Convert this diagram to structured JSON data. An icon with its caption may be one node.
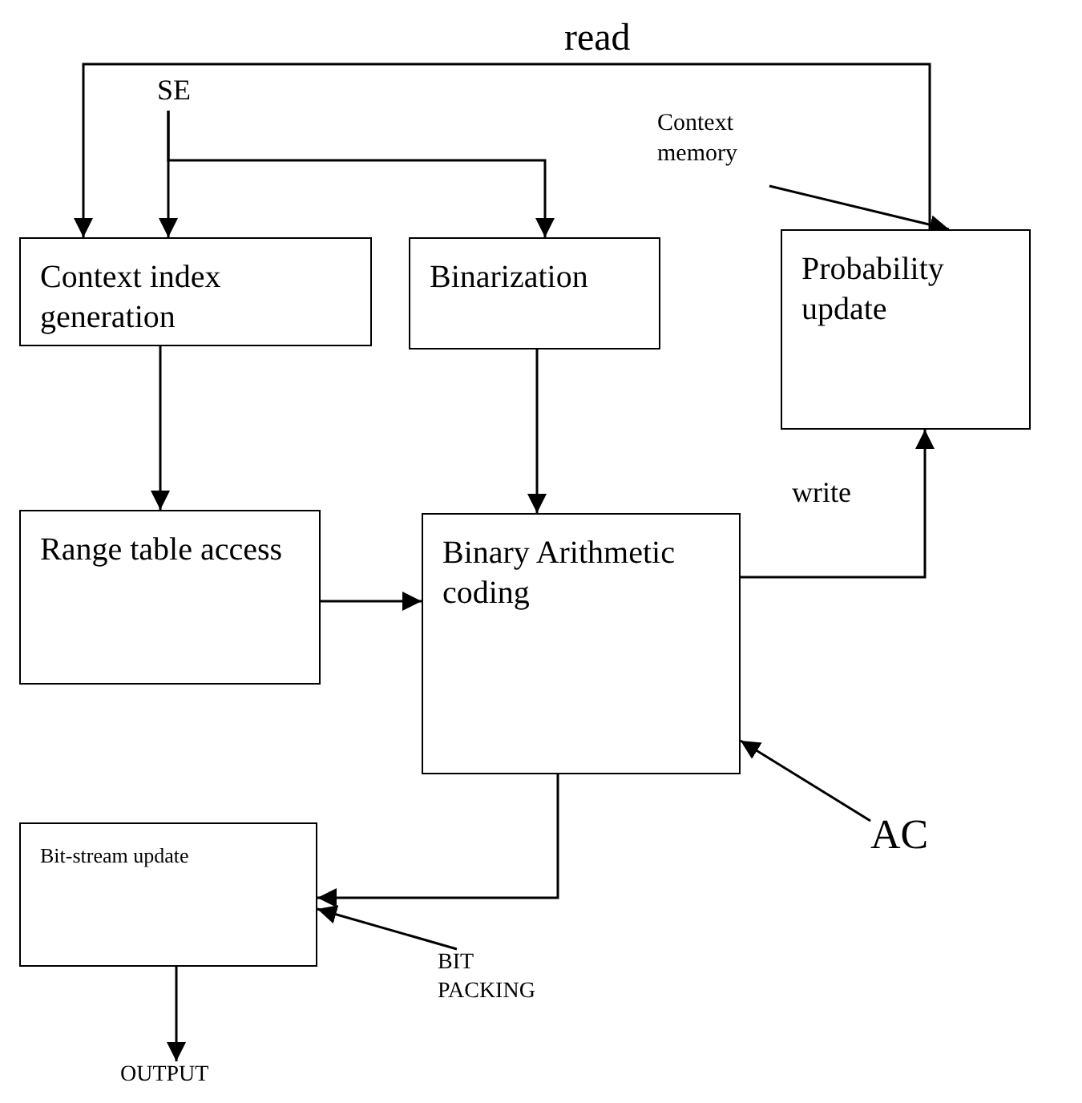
{
  "diagram": {
    "nodes": [
      {
        "text": [
          "Context index generation"
        ]
      },
      {
        "text": [
          "Binarization"
        ]
      },
      {
        "text": [
          "Probability update"
        ]
      },
      {
        "text": [
          "Range table access"
        ]
      },
      {
        "text": [
          "Binary Arithmetic coding"
        ]
      },
      {
        "text": [
          "Bit-stream update"
        ]
      },
      {
        "text": [
          "SE"
        ]
      },
      {
        "text": [
          "Context memory"
        ]
      },
      {
        "text": [
          "AC"
        ]
      },
      {
        "text": [
          "BIT PACKING"
        ]
      },
      {
        "text": [
          "OUTPUT"
        ]
      }
    ],
    "edges": [
      {
        "from": 2,
        "to": 0,
        "arrow": "to",
        "label": "read"
      },
      {
        "from": 6,
        "to": 0,
        "arrow": "to"
      },
      {
        "from": 6,
        "to": 1,
        "arrow": "to"
      },
      {
        "from": 0,
        "to": 3,
        "arrow": "to"
      },
      {
        "from": 1,
        "to": 4,
        "arrow": "to"
      },
      {
        "from": 3,
        "to": 4,
        "arrow": "to"
      },
      {
        "from": 4,
        "to": 2,
        "arrow": "to",
        "label": "write"
      },
      {
        "from": 4,
        "to": 5,
        "arrow": "to"
      },
      {
        "from": 7,
        "to": 2,
        "arrow": "to"
      },
      {
        "from": 8,
        "to": 4,
        "arrow": "to"
      },
      {
        "from": 9,
        "to": 5,
        "arrow": "to"
      },
      {
        "from": 5,
        "to": 10,
        "arrow": "to"
      }
    ]
  }
}
